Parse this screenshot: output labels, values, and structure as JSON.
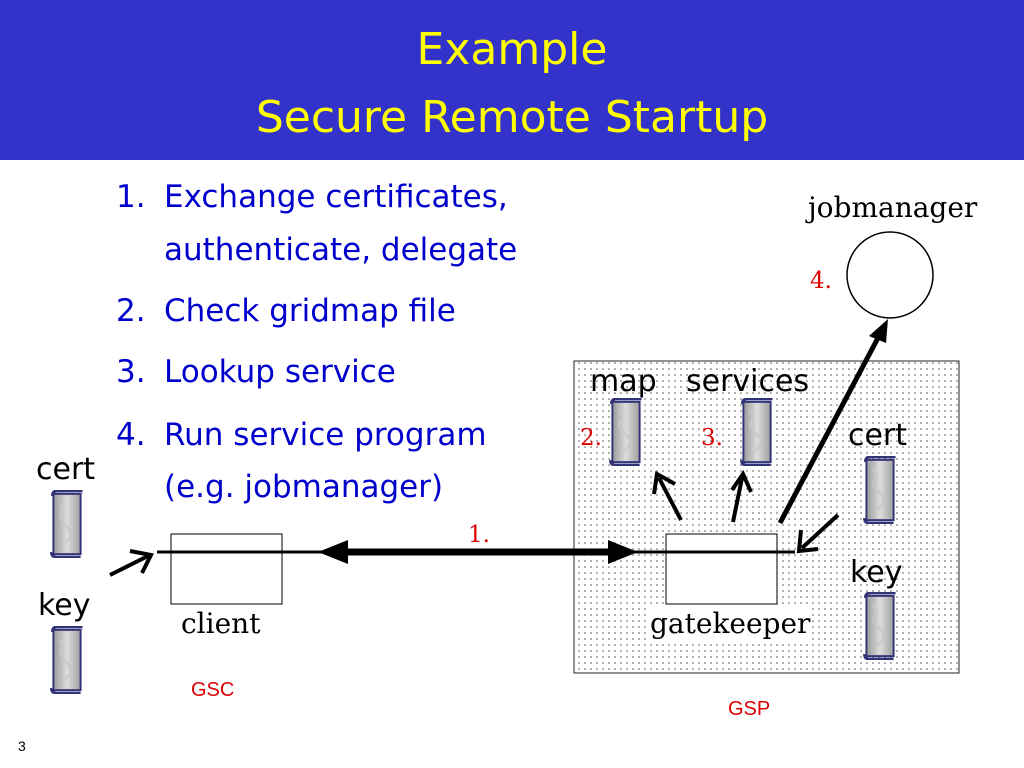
{
  "title": {
    "line1": "Example",
    "line2": "Secure Remote Startup"
  },
  "steps": [
    {
      "num": "1.",
      "text": "Exchange certificates,",
      "cont": "authenticate, delegate"
    },
    {
      "num": "2.",
      "text": "Check gridmap file"
    },
    {
      "num": "3.",
      "text": "Lookup service"
    },
    {
      "num": "4.",
      "text": "Run service program",
      "cont": "(e.g. jobmanager)"
    }
  ],
  "labels": {
    "jobmanager": "jobmanager",
    "map": "map",
    "services": "services",
    "cert_left": "cert",
    "key_left": "key",
    "cert_right": "cert",
    "key_right": "key",
    "client": "client",
    "gatekeeper": "gatekeeper"
  },
  "step_markers": {
    "m1": "1.",
    "m2": "2.",
    "m3": "3.",
    "m4": "4."
  },
  "regions": {
    "gsc": "GSC",
    "gsp": "GSP"
  },
  "page_number": "3",
  "colors": {
    "header_bg": "#3333cc",
    "title": "#ffff00",
    "steps": "#0000cc",
    "markers": "#dd0000",
    "scroll_icon": "#333377"
  }
}
